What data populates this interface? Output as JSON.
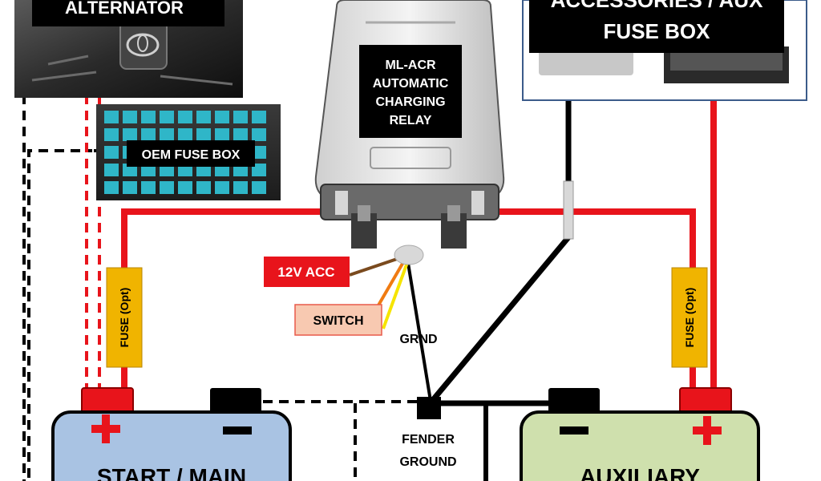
{
  "alternator": {
    "title": "ALTERNATOR"
  },
  "oem_fuse_box": {
    "title": "OEM FUSE BOX"
  },
  "relay": {
    "lines": [
      "ML-ACR",
      "AUTOMATIC",
      "CHARGING",
      "RELAY"
    ]
  },
  "aux_fuse_box": {
    "title_line1": "ACCESSORIES / AUX",
    "title_line2": "FUSE BOX"
  },
  "labels": {
    "acc": "12V ACC",
    "switch": "SWITCH",
    "ground": "GRND",
    "fender_line1": "FENDER",
    "fender_line2": "GROUND",
    "fuse_left": "FUSE (Opt)",
    "fuse_right": "FUSE (Opt)"
  },
  "batteries": {
    "start": {
      "title": "START / MAIN",
      "color": "#a9c3e3"
    },
    "aux": {
      "title": "AUXILIARY",
      "color": "#cfe0ad"
    }
  },
  "colors": {
    "positive": "#e8141b",
    "ground": "#000000",
    "fuse": "#f0b400",
    "acc_box": "#e8141b",
    "switch_box": "#f8c9b1"
  }
}
